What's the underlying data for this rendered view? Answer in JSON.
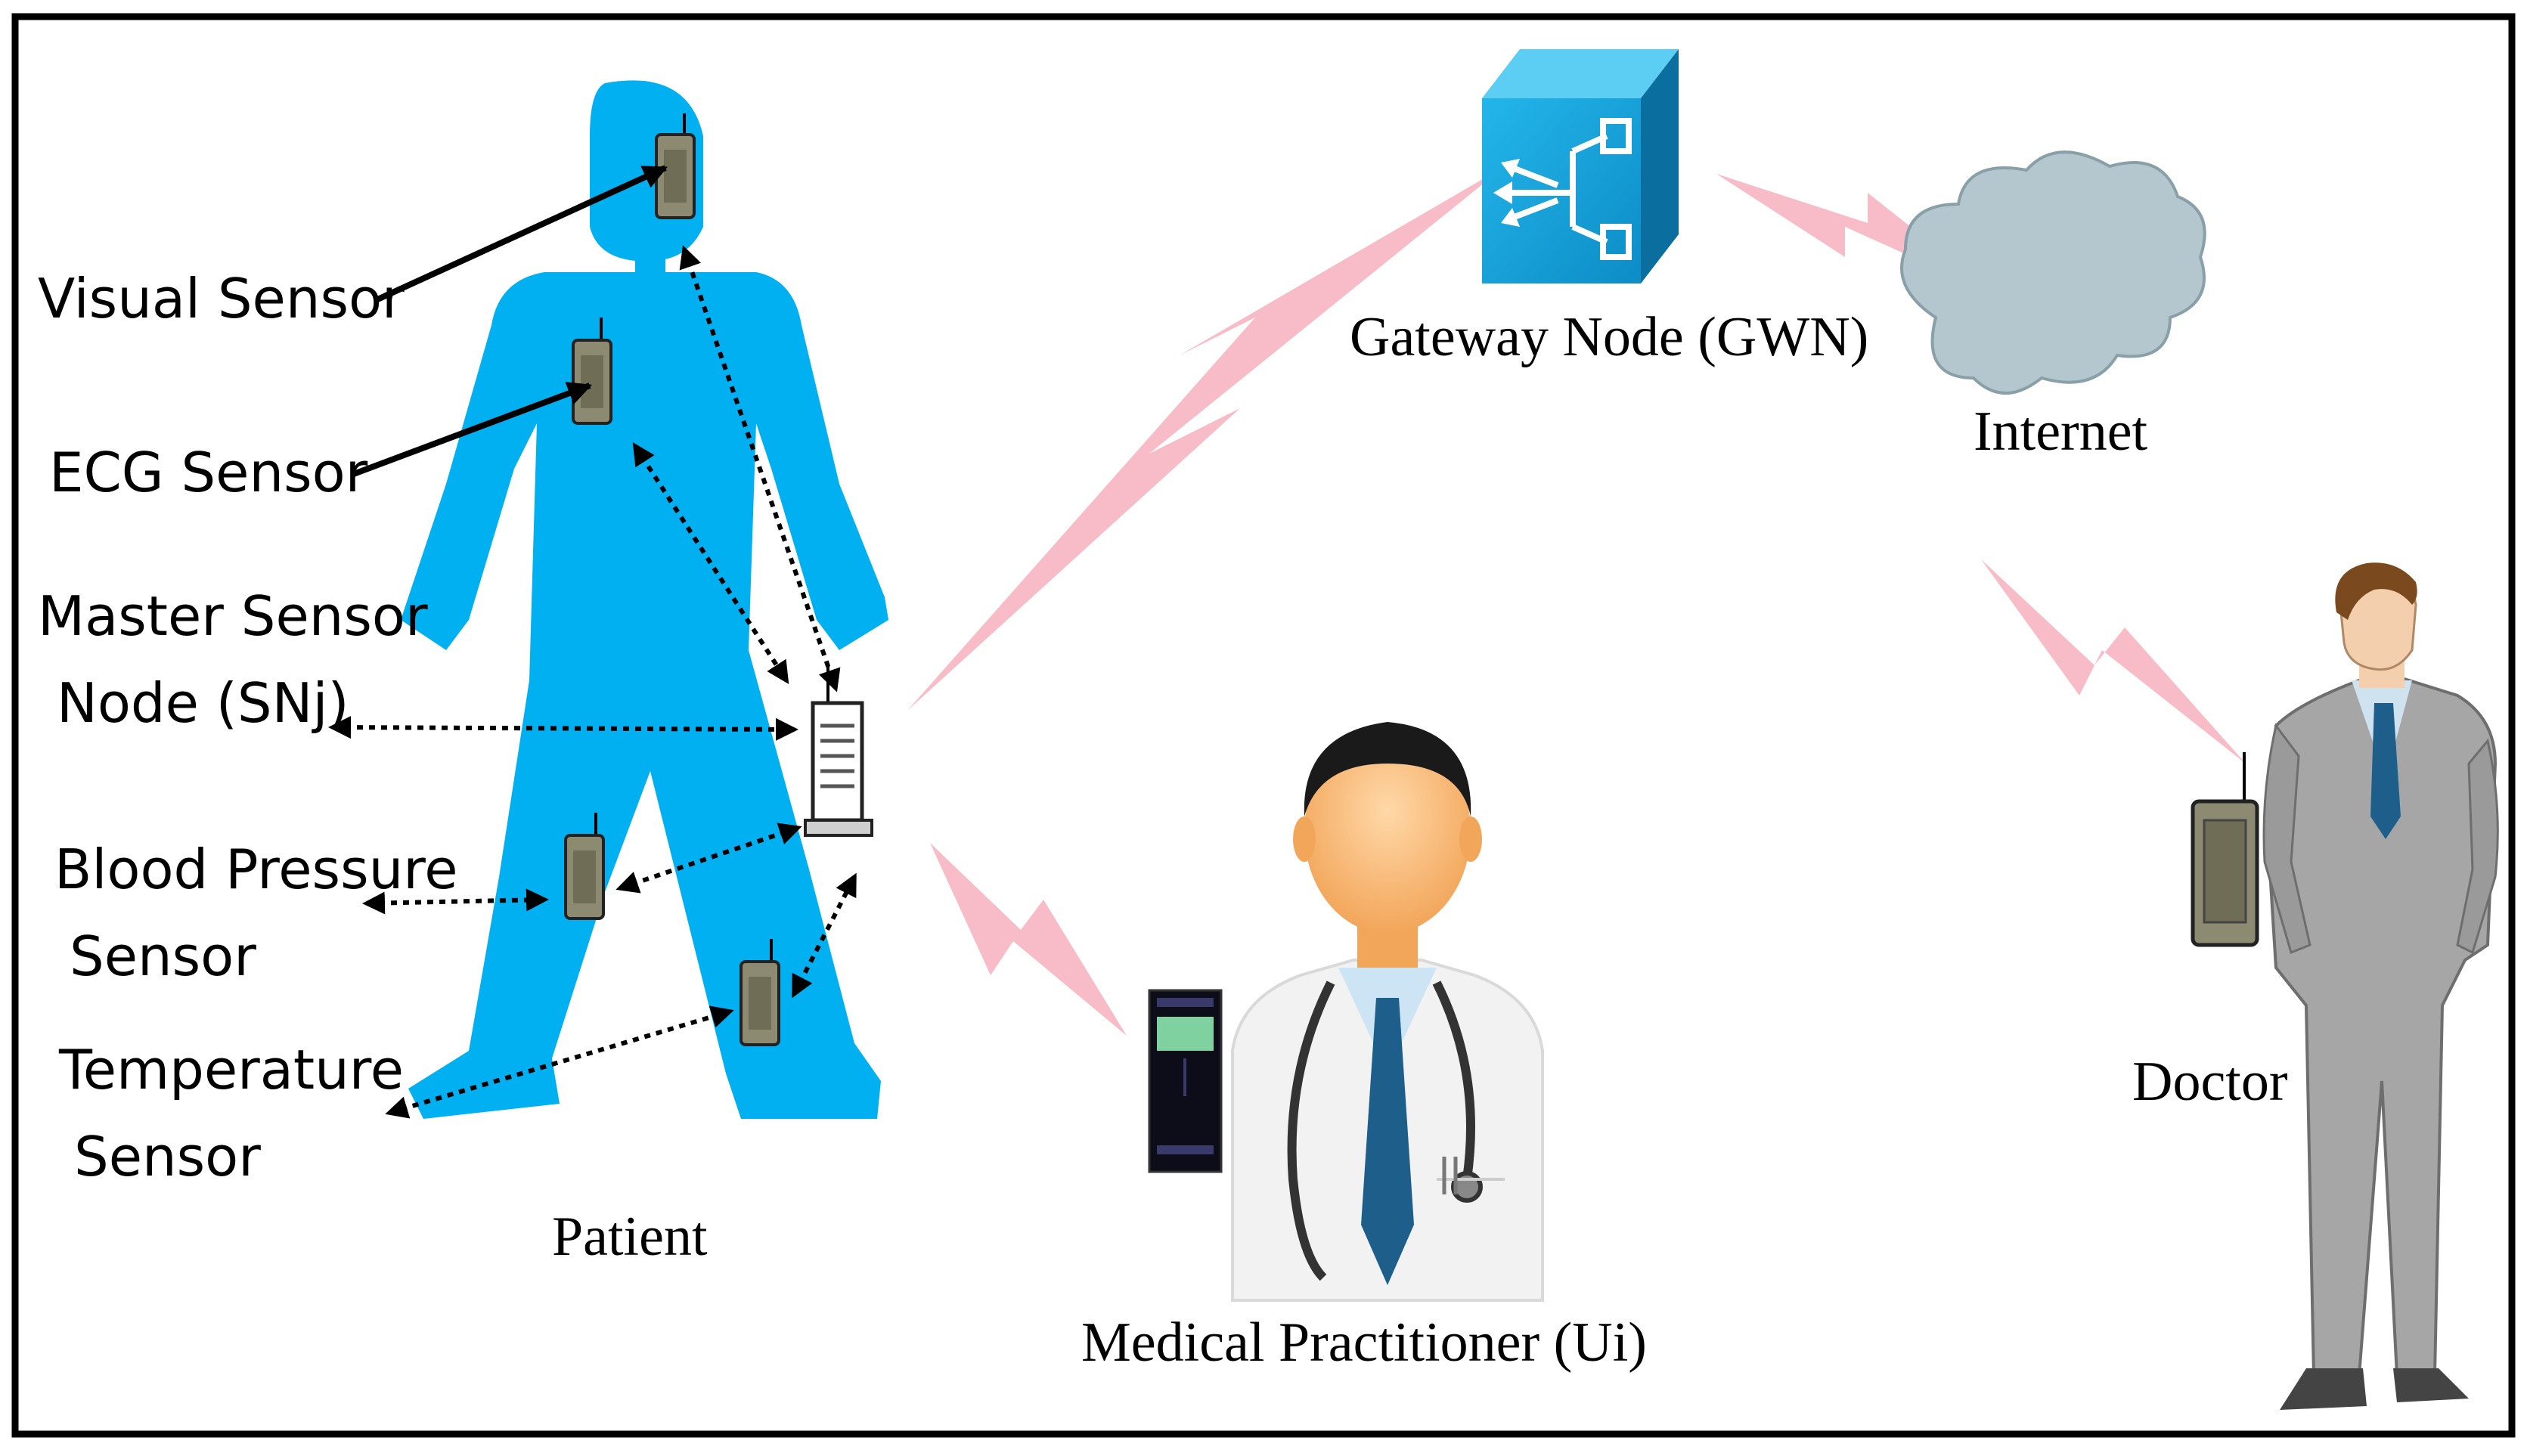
{
  "labels": {
    "visual_sensor": "Visual Sensor",
    "ecg_sensor": "ECG Sensor",
    "master_sensor_line1": "Master Sensor",
    "master_sensor_line2": "Node (SNj)",
    "blood_pressure_line1": "Blood Pressure",
    "blood_pressure_line2": "Sensor",
    "temperature_line1": "Temperature",
    "temperature_line2": "Sensor",
    "patient": "Patient",
    "gateway": "Gateway Node (GWN)",
    "internet": "Internet",
    "medical_practitioner": "Medical Practitioner (Ui)",
    "doctor": "Doctor"
  },
  "colors": {
    "body": "#00b0f0",
    "gateway": "#1aa7dd",
    "wireless_link": "#f8bcc8",
    "cloud": "#b4c7cf",
    "sensor": "#8c8a70",
    "suit": "#a6a6a6",
    "tie": "#1d5f8a"
  }
}
